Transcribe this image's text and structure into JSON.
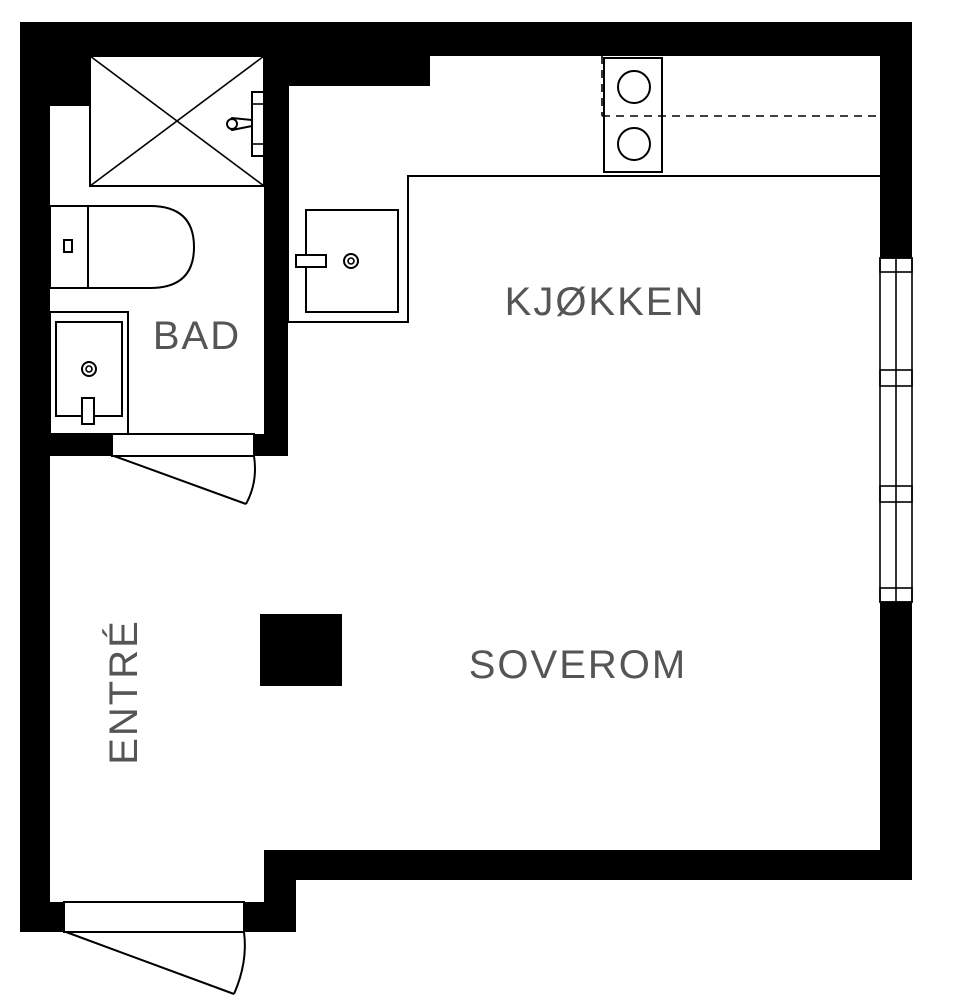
{
  "rooms": {
    "kitchen": "KJØKKEN",
    "bathroom": "BAD",
    "bedroom": "SOVEROM",
    "entrance": "ENTRÉ"
  },
  "colors": {
    "wall": "#000000",
    "label": "#555555",
    "background": "#ffffff"
  },
  "icons": {
    "shower": "shower-icon",
    "toilet": "toilet-icon",
    "bathroom_sink": "bathroom-sink-icon",
    "kitchen_sink": "kitchen-sink-icon",
    "stove": "stove-icon",
    "column": "column-icon",
    "window": "window-icon",
    "door": "door-icon"
  }
}
